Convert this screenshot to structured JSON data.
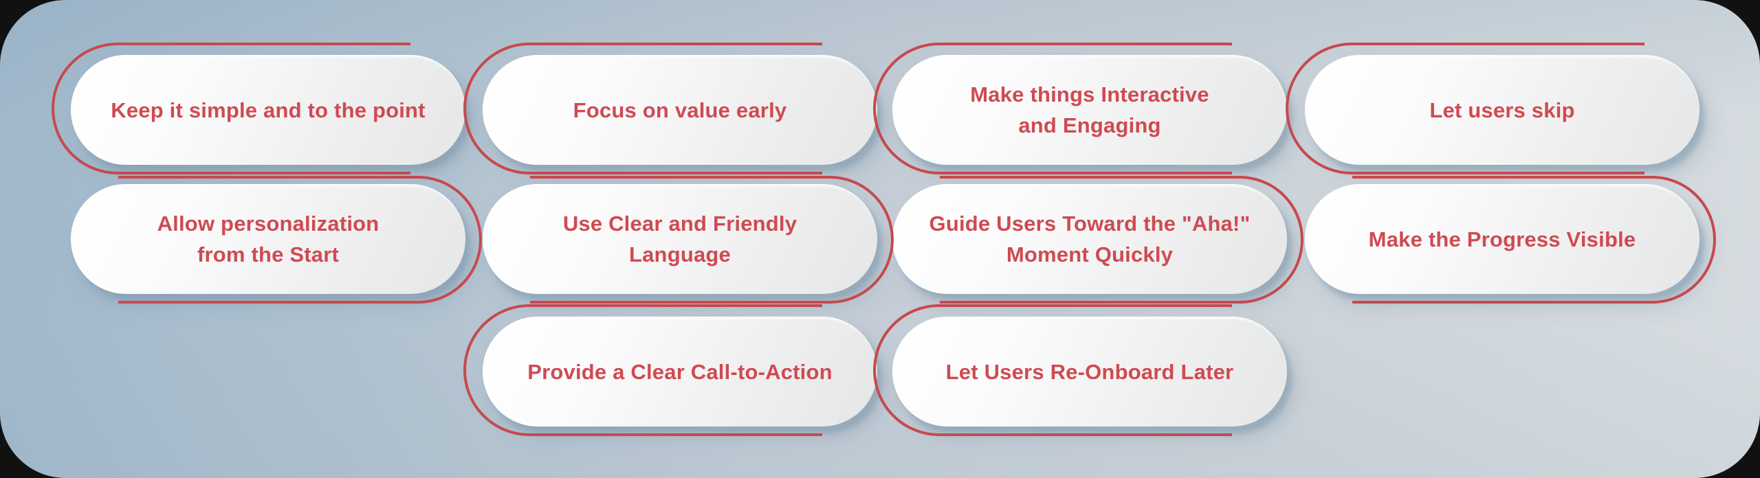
{
  "palette": {
    "bg-outer": "#111111",
    "red": "#c7494e",
    "text-red": "#cf4a52",
    "pill-light": "#ffffff",
    "pill-dark": "#e5e6e7",
    "shadow": "#7d98ac"
  },
  "cards": [
    {
      "id": "keep-it-simple",
      "lines": [
        "Keep it simple and to the point"
      ]
    },
    {
      "id": "focus-on-value",
      "lines": [
        "Focus on value early"
      ]
    },
    {
      "id": "interactive-engaging",
      "lines": [
        "Make things Interactive",
        "and Engaging"
      ]
    },
    {
      "id": "let-users-skip",
      "lines": [
        "Let users skip"
      ]
    },
    {
      "id": "allow-personalization",
      "lines": [
        "Allow personalization",
        "from the Start"
      ]
    },
    {
      "id": "clear-friendly-language",
      "lines": [
        "Use Clear and Friendly",
        "Language"
      ]
    },
    {
      "id": "guide-aha-moment",
      "lines": [
        "Guide Users Toward the \"Aha!\"",
        "Moment Quickly"
      ]
    },
    {
      "id": "progress-visible",
      "lines": [
        "Make the Progress Visible"
      ]
    },
    {
      "id": "clear-cta",
      "lines": [
        "Provide a Clear Call-to-Action"
      ]
    },
    {
      "id": "re-onboard-later",
      "lines": [
        "Let Users Re-Onboard Later"
      ]
    }
  ]
}
